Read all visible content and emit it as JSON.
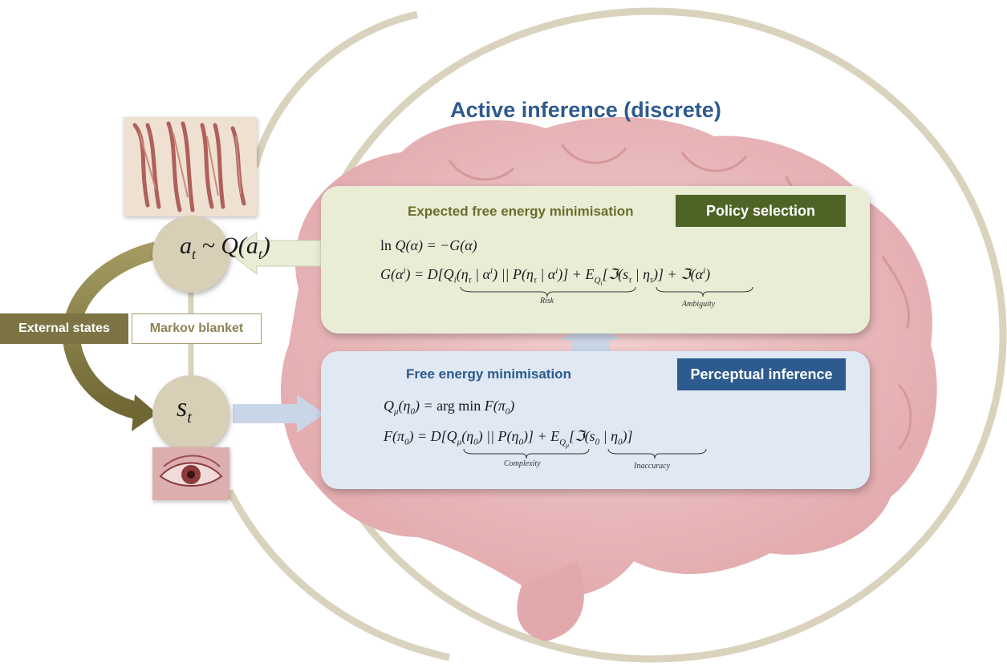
{
  "title": "Active inference (discrete)",
  "colors": {
    "title": "#2d5a8f",
    "policy_panel": "#e9edd6",
    "perception_panel": "#dfe8f3",
    "policy_badge": "#4e6427",
    "perception_badge": "#2d5a8f",
    "external_states": "#7c7443",
    "state_circle": "#d8cfb7",
    "outer_loop": "#d9d3bd",
    "brain": "#e8b6b8"
  },
  "policy": {
    "heading": "Expected free energy minimisation",
    "badge": "Policy selection",
    "eq_line1": "ln Q(α) = −G(α)",
    "eq_line2_lhs": "G(α",
    "eq_line2_sup": "i",
    "eq_line2_rhs": ") = D[Q",
    "eq_line2_sub": "i",
    "eq_line2_mid": "(η",
    "eq_line2_tau": "τ",
    "eq_line2_rest": " | α",
    "eq_line2_full": "D[Qi(ητ | αi) || P(ητ | αi)] + EQi[ℑ(sτ | ητ)] + ℑ(αi)",
    "risk_label": "Risk",
    "ambiguity_label": "Ambiguity"
  },
  "perception": {
    "heading": "Free energy minimisation",
    "badge": "Perceptual inference",
    "eq_line1": "Qμ(η0) = arg min F(π0)",
    "eq_line2": "F(π0) = D[Qμ(η0) || P(η0)] + EQμ[ℑ(s0 | η0)]",
    "complexity_label": "Complexity",
    "inaccuracy_label": "Inaccuracy"
  },
  "action_state": {
    "var": "a",
    "sub": "t",
    "rest": " ~ Q(a",
    "close": ")"
  },
  "sensory_state": {
    "var": "s",
    "sub": "t"
  },
  "external_states_label": "External states",
  "markov_blanket_label": "Markov blanket",
  "icons": {
    "anatomy": "anatomy-sketch-icon",
    "eye": "eye-icon",
    "brain": "brain-icon"
  }
}
